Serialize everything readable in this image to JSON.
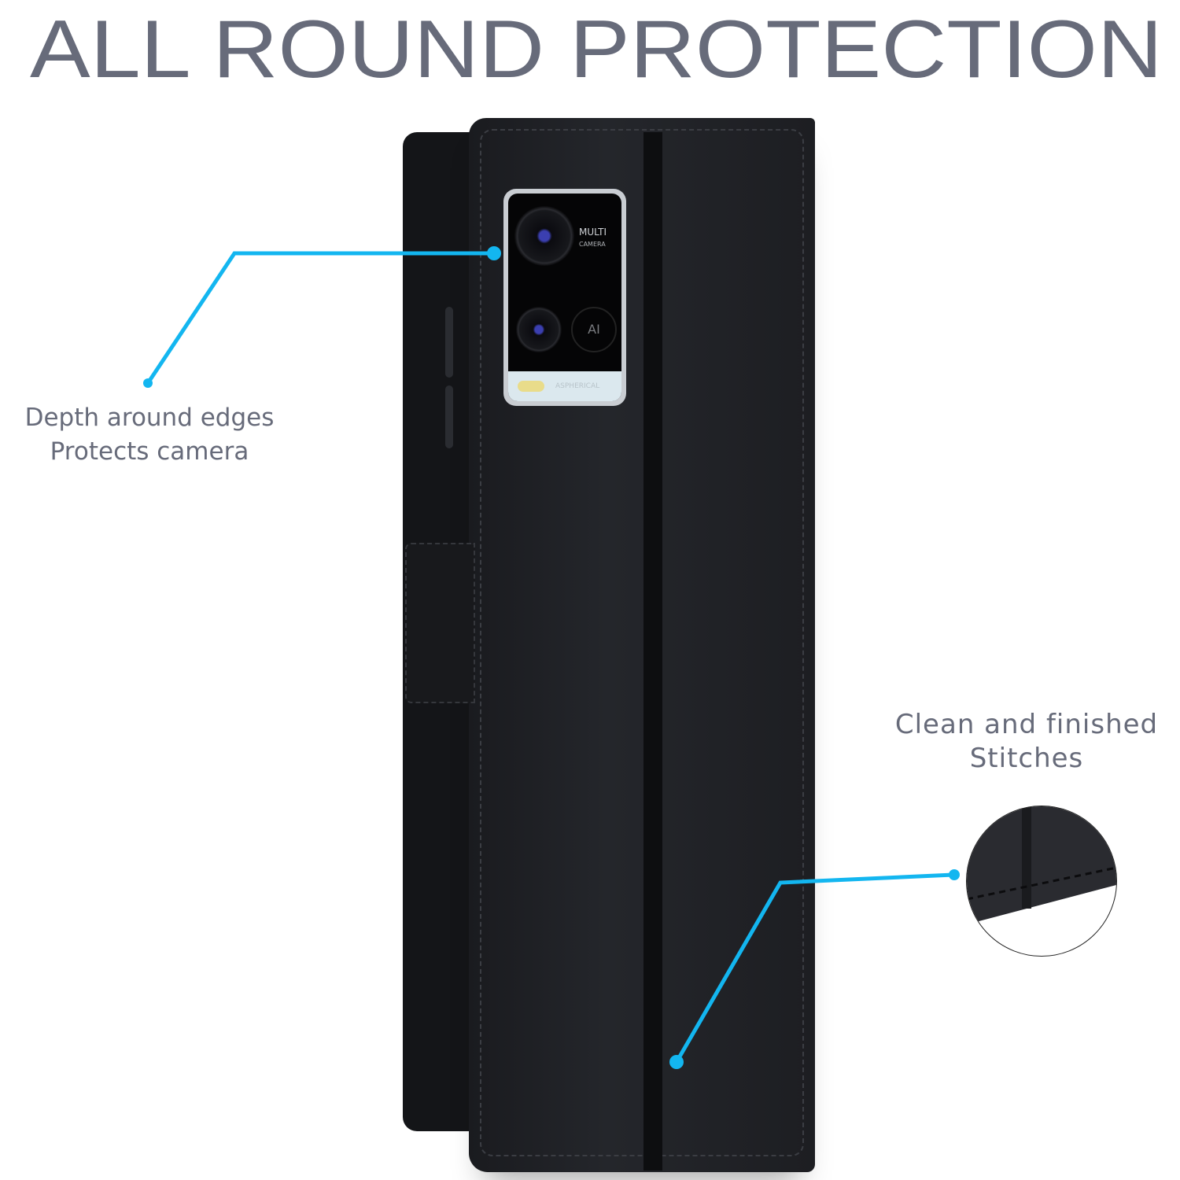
{
  "title": "ALL ROUND PROTECTION",
  "callouts": [
    {
      "line1": "Depth around edges",
      "line2": "Protects camera"
    },
    {
      "line1": "Clean and finished",
      "line2": "Stitches"
    }
  ],
  "camera": {
    "label1": "MULTI",
    "label2": "CAMERA",
    "ai": "AI",
    "strip": "ASPHERICAL"
  },
  "colors": {
    "title": "#676b7a",
    "accent": "#13b6f0",
    "case": "#1d1e22"
  }
}
